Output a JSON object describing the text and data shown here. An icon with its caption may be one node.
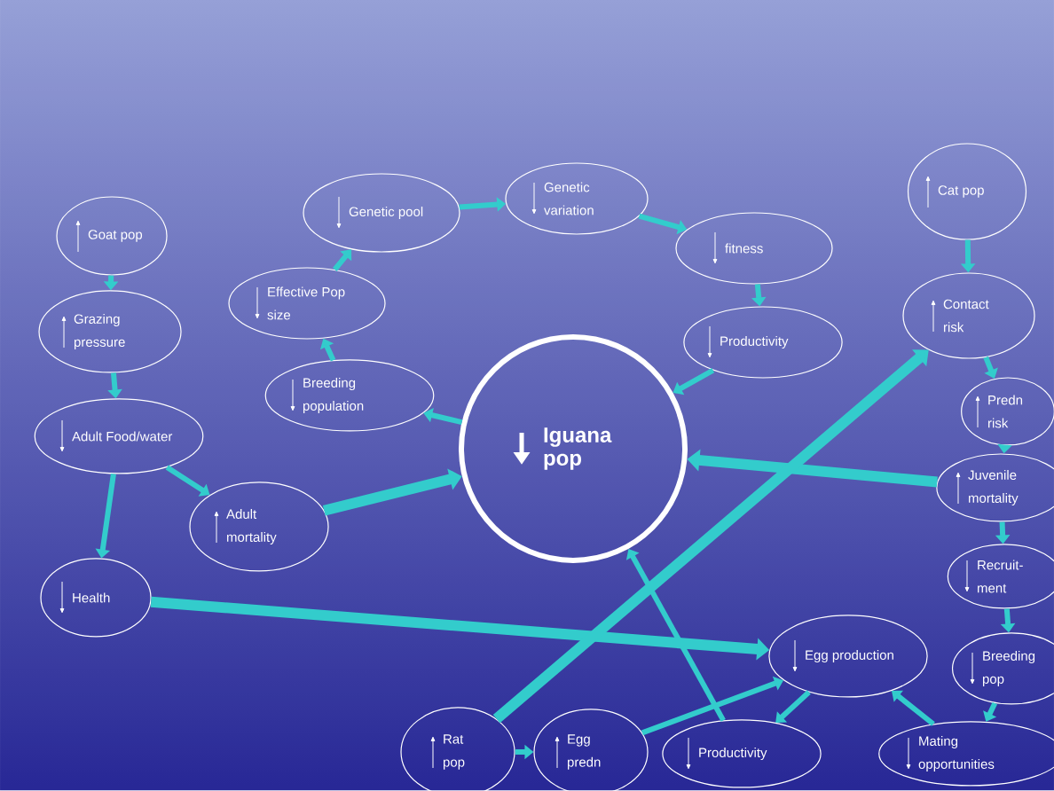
{
  "diagram": {
    "nodes": [
      {
        "text": [
          "Goat pop"
        ]
      },
      {
        "text": [
          "Genetic pool"
        ]
      },
      {
        "text": [
          "Genetic variation"
        ]
      },
      {
        "text": [
          "fitness"
        ]
      },
      {
        "text": [
          "Cat pop"
        ]
      },
      {
        "text": [
          "Effective Pop size"
        ]
      },
      {
        "text": [
          "Grazing pressure"
        ]
      },
      {
        "text": [
          "Contact risk"
        ]
      },
      {
        "text": [
          "Productivity"
        ]
      },
      {
        "text": [
          "Breeding population"
        ]
      },
      {
        "text": [
          "Iguana pop"
        ]
      },
      {
        "text": [
          "Predn risk"
        ]
      },
      {
        "text": [
          "Adult Food/water"
        ]
      },
      {
        "text": [
          "Juvenile mortality"
        ]
      },
      {
        "text": [
          "Adult mortality"
        ]
      },
      {
        "text": [
          "Recruit-ment"
        ]
      },
      {
        "text": [
          "Health"
        ]
      },
      {
        "text": [
          "Egg production"
        ]
      },
      {
        "text": [
          "Breeding pop"
        ]
      },
      {
        "text": [
          "Rat pop"
        ]
      },
      {
        "text": [
          "Egg predn"
        ]
      },
      {
        "text": [
          "Productivity"
        ]
      },
      {
        "text": [
          "Mating opportunities"
        ]
      }
    ],
    "edges": [
      {
        "from": 0,
        "to": 6,
        "arrow": "to"
      },
      {
        "from": 6,
        "to": 12,
        "arrow": "to"
      },
      {
        "from": 12,
        "to": 14,
        "arrow": "to"
      },
      {
        "from": 12,
        "to": 16,
        "arrow": "to"
      },
      {
        "from": 14,
        "to": 10,
        "arrow": "to",
        "style": "thick"
      },
      {
        "from": 10,
        "to": 9,
        "arrow": "to"
      },
      {
        "from": 9,
        "to": 5,
        "arrow": "to"
      },
      {
        "from": 5,
        "to": 1,
        "arrow": "to"
      },
      {
        "from": 1,
        "to": 2,
        "arrow": "to"
      },
      {
        "from": 2,
        "to": 3,
        "arrow": "to"
      },
      {
        "from": 3,
        "to": 8,
        "arrow": "to"
      },
      {
        "from": 8,
        "to": 10,
        "arrow": "to"
      },
      {
        "from": 4,
        "to": 7,
        "arrow": "to"
      },
      {
        "from": 7,
        "to": 11,
        "arrow": "to"
      },
      {
        "from": 11,
        "to": 13,
        "arrow": "to"
      },
      {
        "from": 13,
        "to": 10,
        "arrow": "to",
        "style": "thick"
      },
      {
        "from": 13,
        "to": 15,
        "arrow": "to"
      },
      {
        "from": 15,
        "to": 18,
        "arrow": "to"
      },
      {
        "from": 18,
        "to": 22,
        "arrow": "to"
      },
      {
        "from": 22,
        "to": 17,
        "arrow": "to"
      },
      {
        "from": 17,
        "to": 21,
        "arrow": "to"
      },
      {
        "from": 21,
        "to": 10,
        "arrow": "to"
      },
      {
        "from": 16,
        "to": 17,
        "arrow": "to",
        "style": "thick"
      },
      {
        "from": 19,
        "to": 7,
        "arrow": "to",
        "style": "thick"
      },
      {
        "from": 19,
        "to": 20,
        "arrow": "to"
      },
      {
        "from": 20,
        "to": 17,
        "arrow": "to"
      }
    ]
  }
}
